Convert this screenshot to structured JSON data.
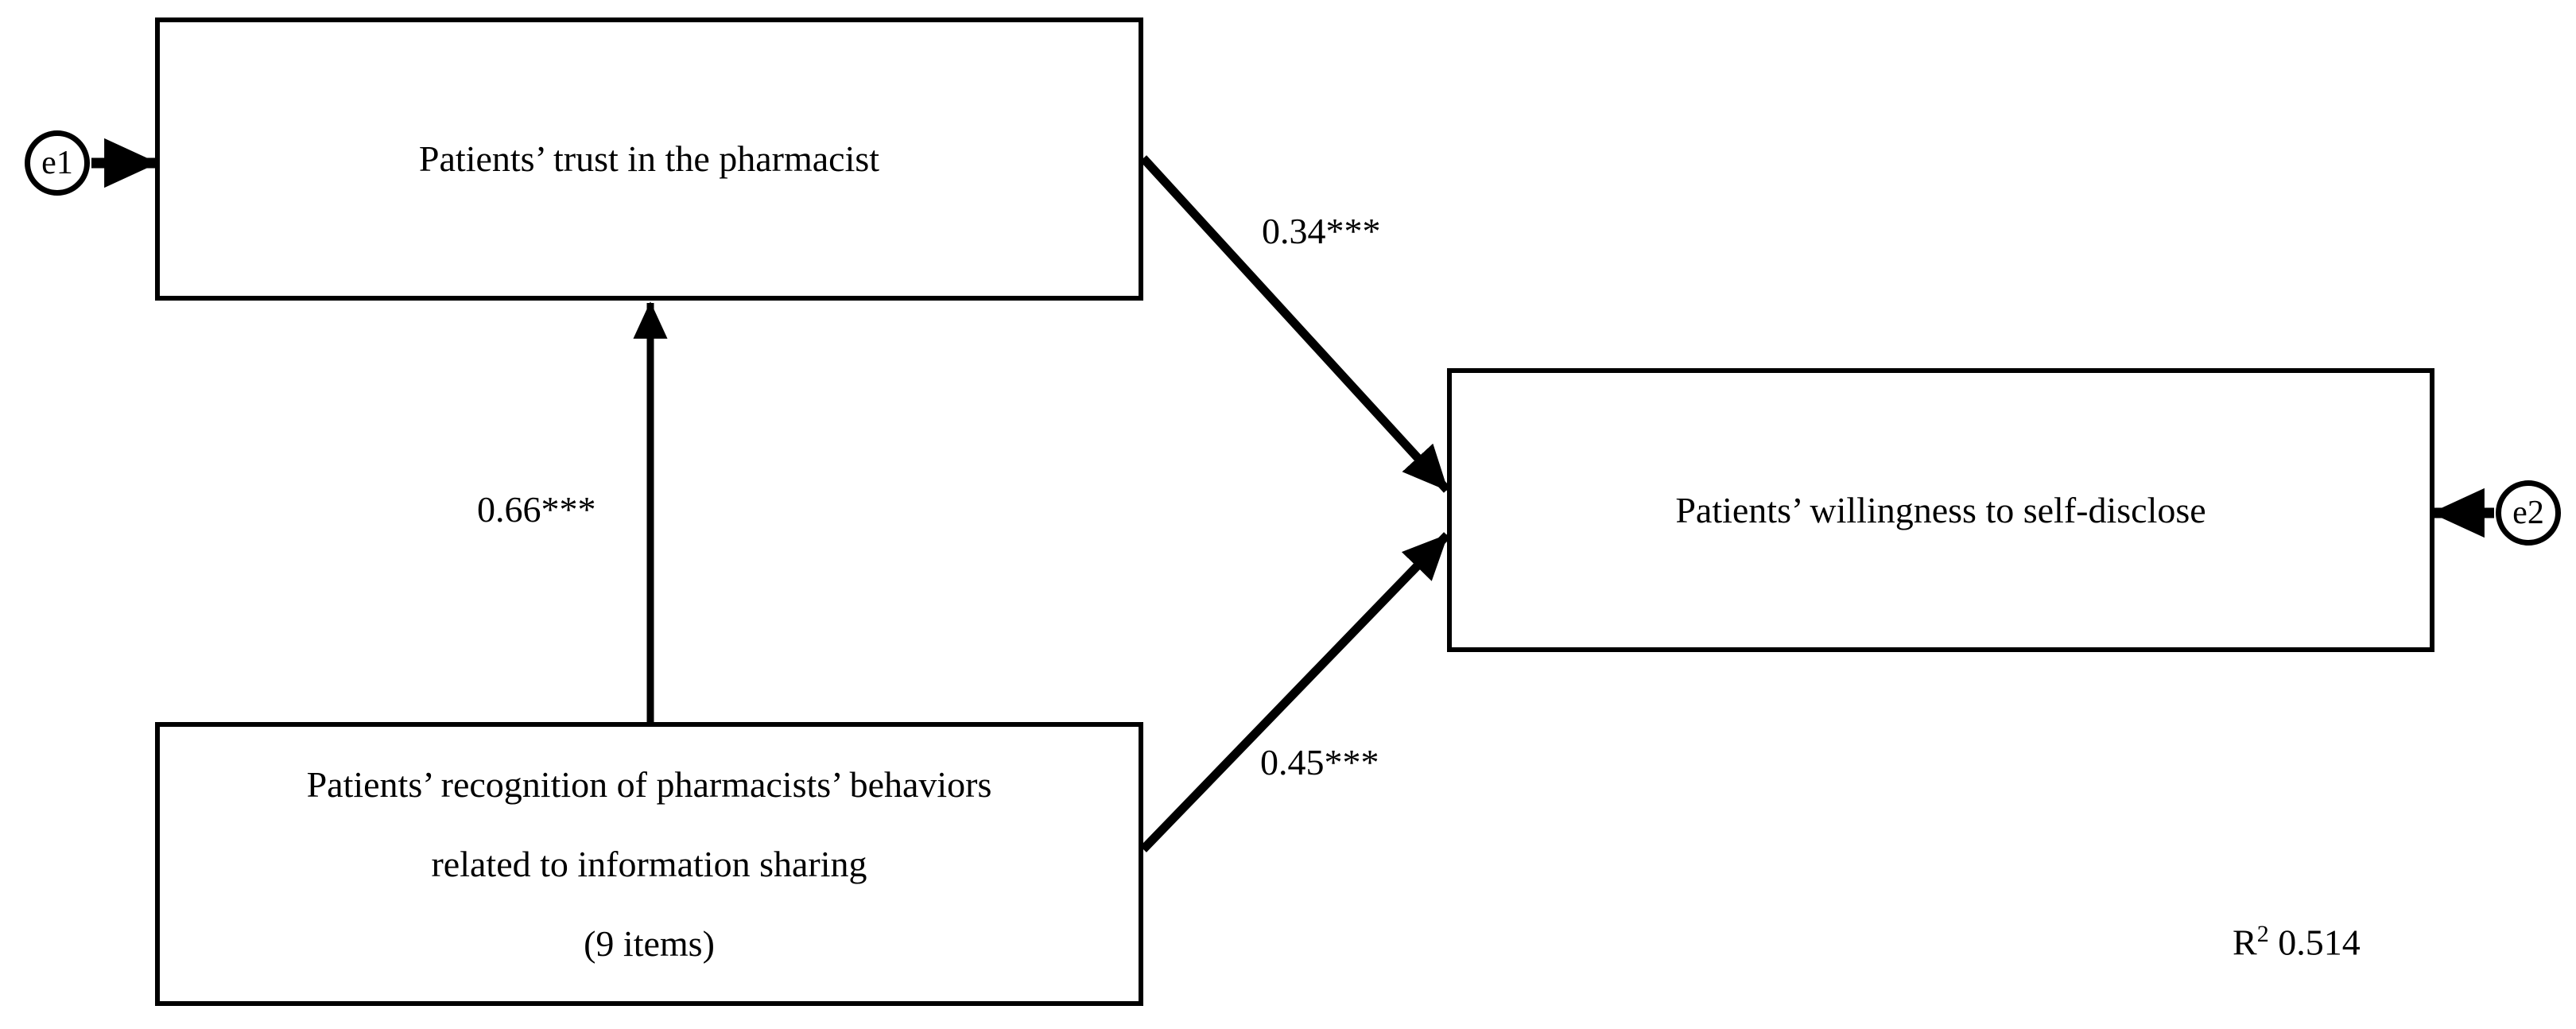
{
  "diagram": {
    "type": "path-diagram",
    "title": "",
    "nodes": [
      {
        "id": "trust",
        "lines": [
          "Patients’ trust in the pharmacist"
        ],
        "shape": "rectangle"
      },
      {
        "id": "recognition",
        "lines": [
          "Patients’ recognition of pharmacists’ behaviors",
          "related to information sharing",
          "(9 items)"
        ],
        "shape": "rectangle"
      },
      {
        "id": "willingness",
        "lines": [
          "Patients’ willingness to self-disclose"
        ],
        "shape": "rectangle"
      }
    ],
    "error_terms": [
      {
        "id": "e1",
        "label": "e1",
        "target": "trust"
      },
      {
        "id": "e2",
        "label": "e2",
        "target": "willingness"
      }
    ],
    "paths": [
      {
        "id": "trust-to-willingness",
        "from": "trust",
        "to": "willingness",
        "coefficient": "0.34",
        "significance": "***",
        "label": "0.34***"
      },
      {
        "id": "recognition-to-trust",
        "from": "recognition",
        "to": "trust",
        "coefficient": "0.66",
        "significance": "***",
        "label": "0.66***"
      },
      {
        "id": "recognition-to-willingness",
        "from": "recognition",
        "to": "willingness",
        "coefficient": "0.45",
        "significance": "***",
        "label": "0.45***"
      }
    ],
    "statistics": {
      "r_squared_symbol": "R",
      "r_squared_exponent": "2",
      "r_squared_value": "0.514",
      "r_squared_full": "R2 0.514"
    },
    "colors": {
      "stroke": "#000000",
      "fill": "#ffffff",
      "text": "#000000"
    }
  }
}
